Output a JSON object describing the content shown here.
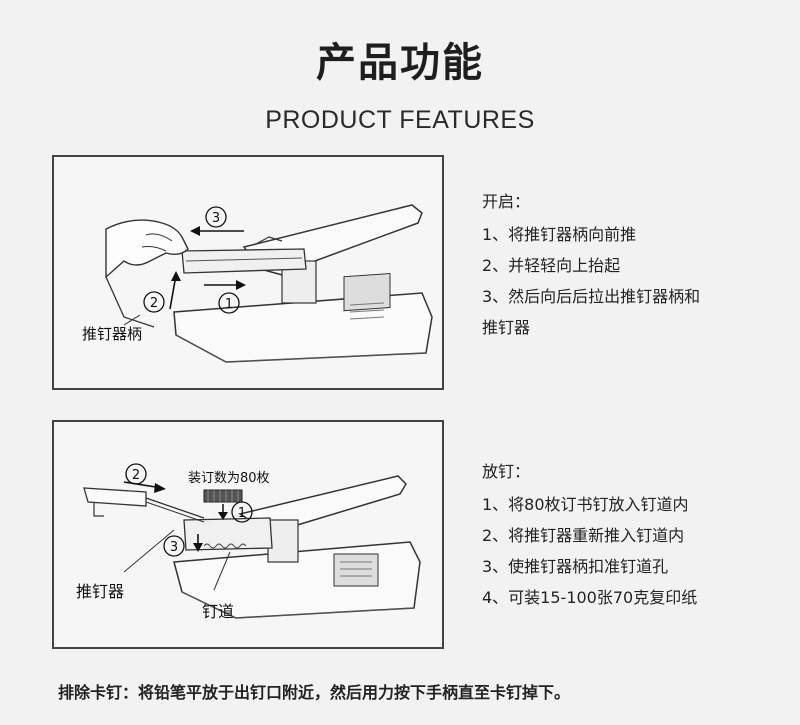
{
  "title": "产品功能",
  "subtitle": "PRODUCT FEATURES",
  "panel1": {
    "label_handle": "推钉器柄",
    "markers": [
      "③",
      "②",
      "①"
    ]
  },
  "panel2": {
    "label_pusher": "推钉器",
    "label_channel": "钉道",
    "label_capacity": "装订数为80枚",
    "markers": [
      "②",
      "①",
      "③"
    ]
  },
  "open_section": {
    "heading": "开启：",
    "items": [
      "1、将推钉器柄向前推",
      "2、并轻轻向上抬起",
      "3、然后向后后拉出推钉器柄和",
      "推钉器"
    ]
  },
  "load_section": {
    "heading": "放钉：",
    "items": [
      "1、将80枚订书钉放入钉道内",
      "2、将推钉器重新推入钉道内",
      "3、使推钉器柄扣准钉道孔",
      "4、可装15-100张70克复印纸"
    ]
  },
  "footer": "排除卡钉：将铅笔平放于出钉口附近，然后用力按下手柄直至卡钉掉下。"
}
